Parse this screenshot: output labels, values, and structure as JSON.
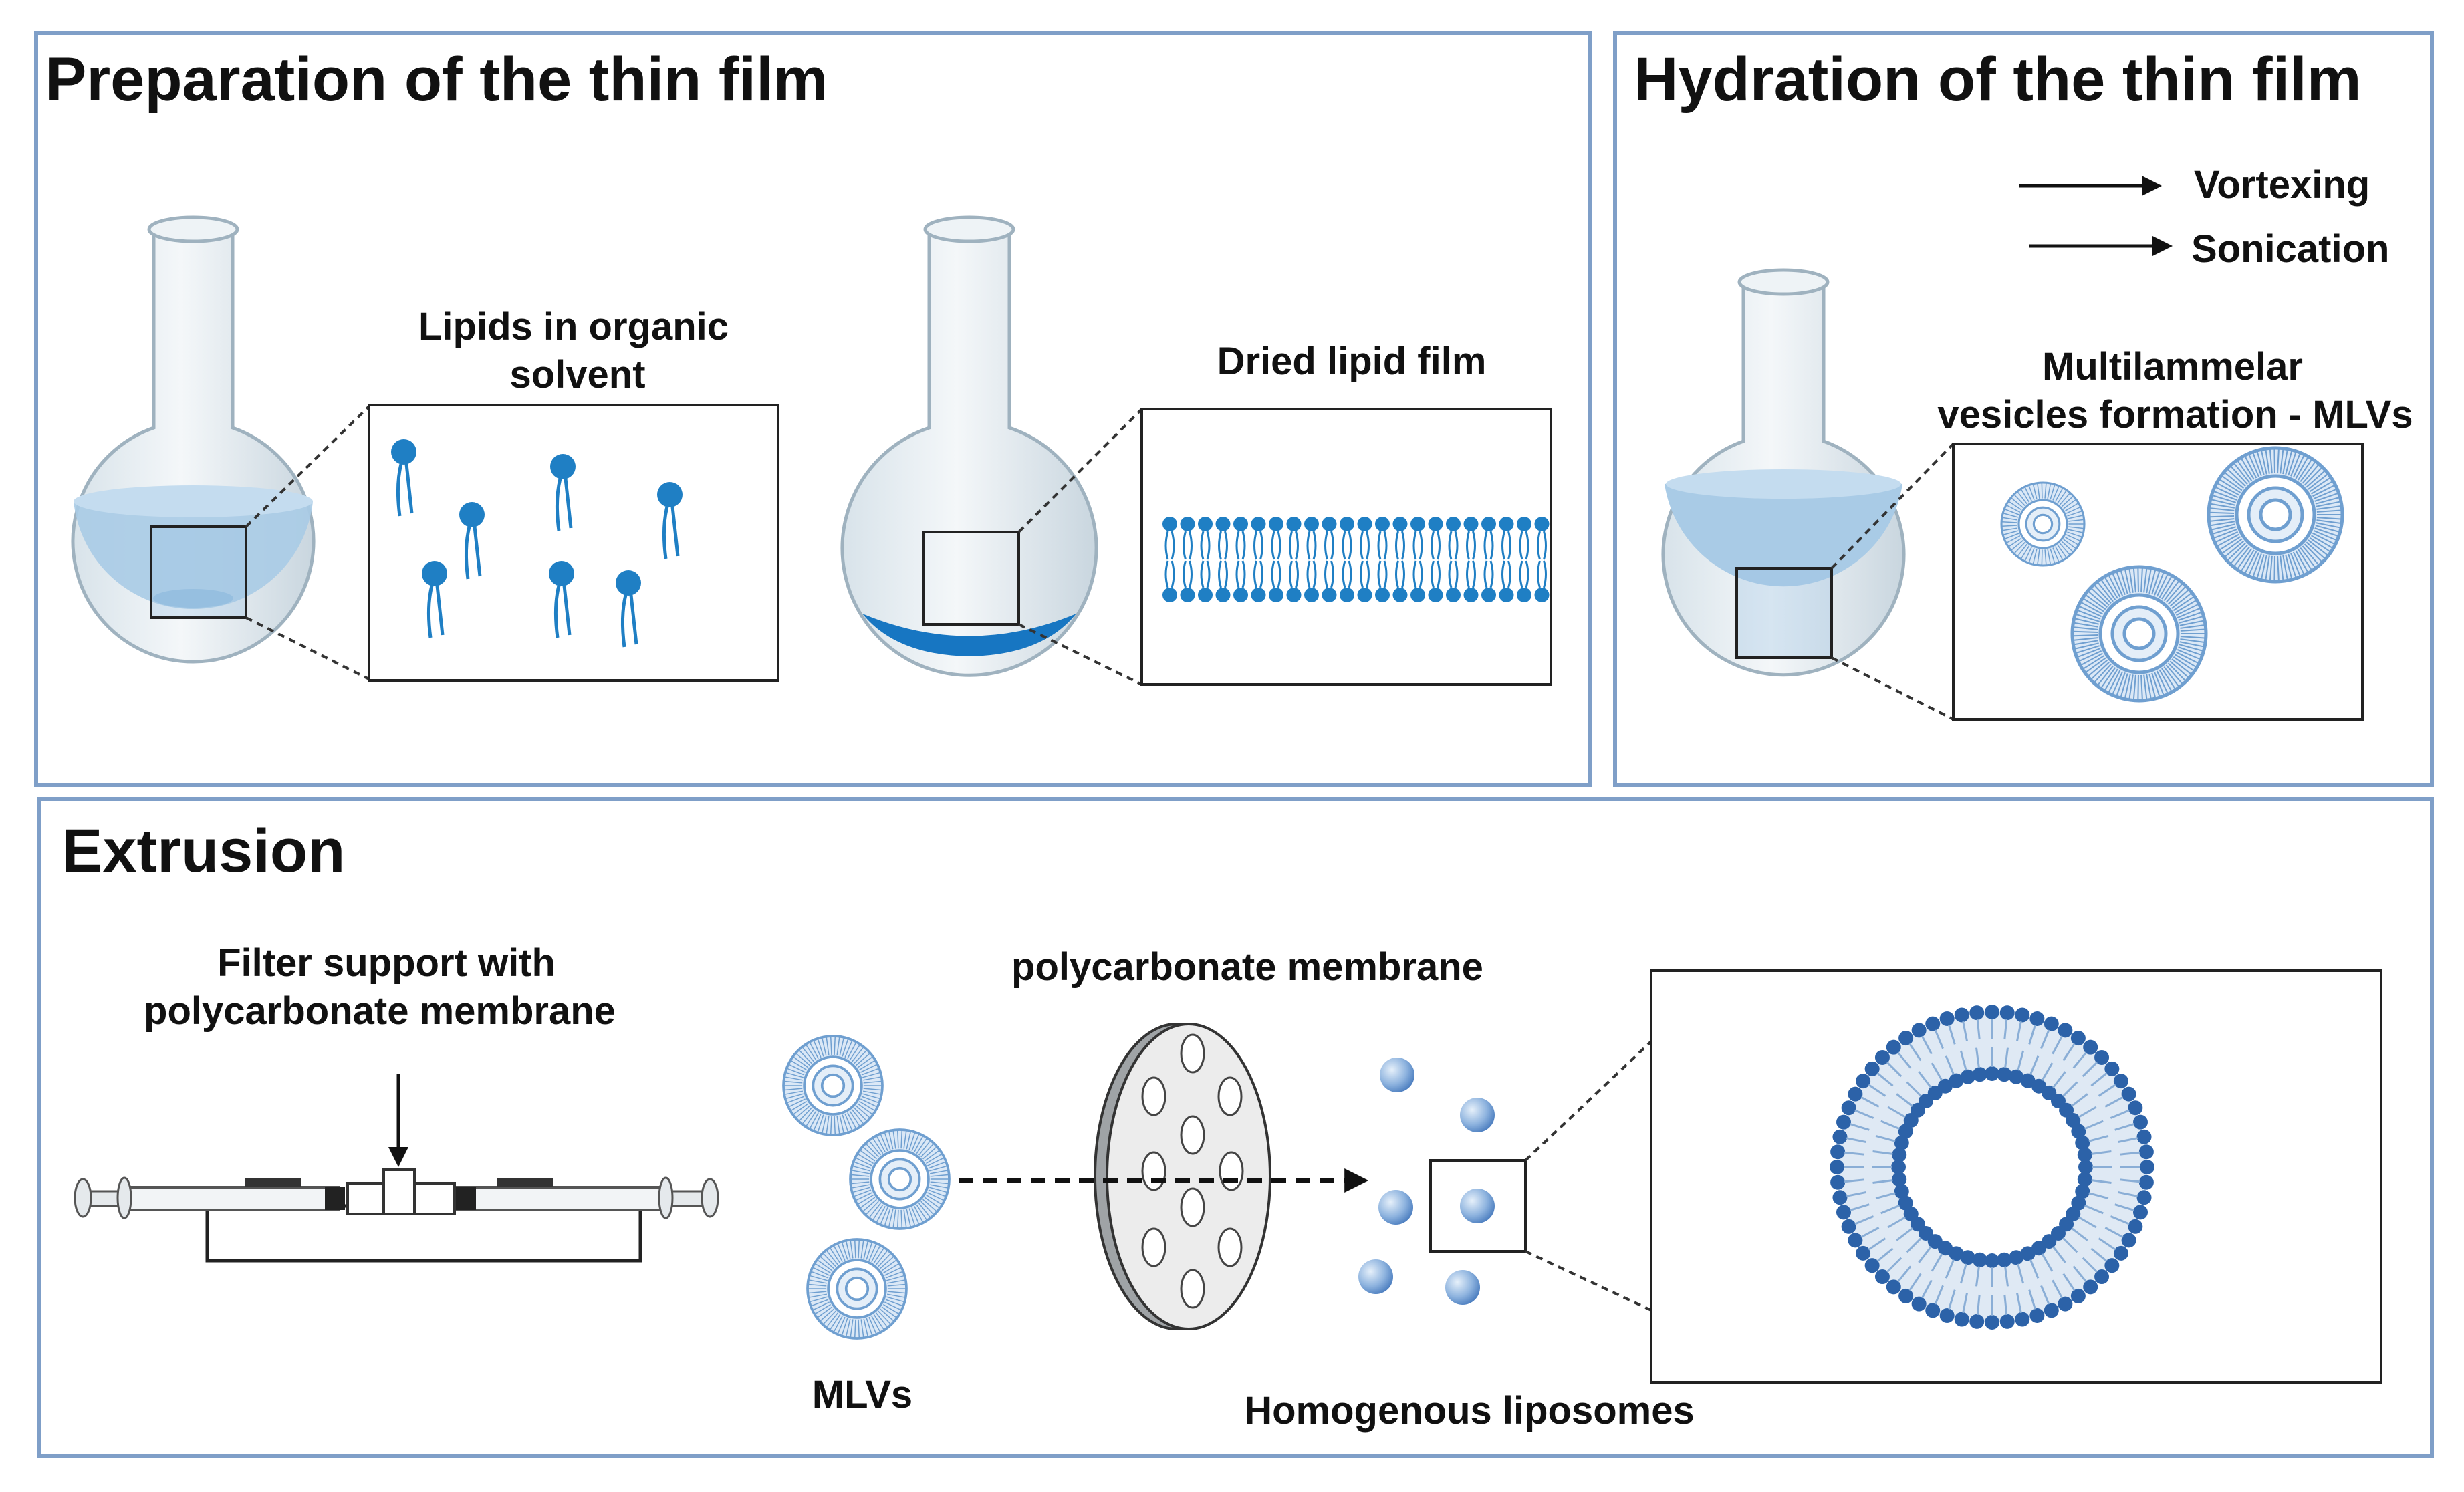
{
  "panels": {
    "prep": {
      "title": "Preparation of the thin film"
    },
    "hydration": {
      "title": "Hydration of the thin film"
    },
    "extrusion": {
      "title": "Extrusion"
    }
  },
  "labels": {
    "lipids_line1": "Lipids in organic",
    "lipids_line2": "solvent",
    "dried_film": "Dried lipid film",
    "vortexing": "Vortexing",
    "sonication": "Sonication",
    "mlv_line1": "Multilammelar",
    "mlv_line2": "vesicles formation - MLVs",
    "filter_line1": "Filter support with",
    "filter_line2": "polycarbonate membrane",
    "membrane": "polycarbonate membrane",
    "mlvs": "MLVs",
    "liposomes": "Homogenous liposomes"
  },
  "colors": {
    "panel_border": "#7f9fc8",
    "lipid_blue": "#1f7fc4",
    "liquid_blue": "#a9cbe6",
    "film_blue": "#1776c2",
    "vesicle_blue": "#2c62a8",
    "vesicle_light": "#6f9fd0"
  },
  "icons": [
    "round-bottom-flask-icon",
    "lipid-molecule-icon",
    "lipid-bilayer-icon",
    "vesicle-icon",
    "syringe-extruder-icon",
    "membrane-disc-icon",
    "arrow-icon"
  ]
}
